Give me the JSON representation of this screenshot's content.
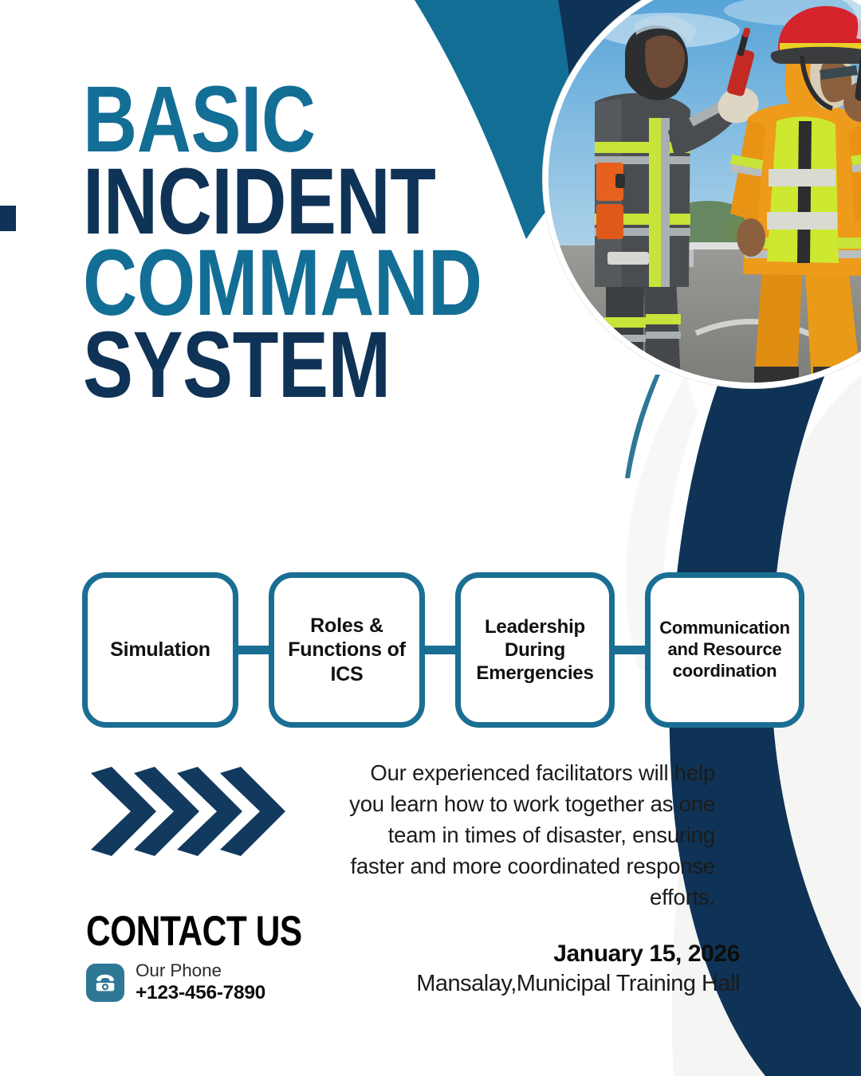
{
  "poster": {
    "headline_lines": [
      {
        "text": "BASIC",
        "color_key": "teal"
      },
      {
        "text": "INCIDENT",
        "color_key": "navy"
      },
      {
        "text": "COMMAND",
        "color_key": "teal"
      },
      {
        "text": "SYSTEM",
        "color_key": "navy"
      }
    ],
    "topics": [
      {
        "label": "Simulation"
      },
      {
        "label": "Roles & Functions of ICS"
      },
      {
        "label": "Leadership During Emergencies"
      },
      {
        "label": "Communication and Resource coordination"
      }
    ],
    "description": "Our experienced facilitators will help you learn how to work together as one team in times of disaster, ensuring faster and more coordinated response efforts.",
    "contact": {
      "title": "CONTACT US",
      "phone_label": "Our Phone",
      "phone_number": "+123-456-7890",
      "icon": "telephone-icon"
    },
    "event": {
      "date": "January 15, 2026",
      "venue": "Mansalay,Municipal Training Hall"
    },
    "photo": {
      "alt": "Two firefighters in protective gear using handheld radios on a road",
      "icon": "firefighters-photo"
    },
    "arrows": {
      "icon": "chevron-right-icon",
      "count": 4
    },
    "colors": {
      "teal": "#136E95",
      "navy": "#0F3356",
      "box_border": "#1A6E93",
      "icon_bg": "#2E7896",
      "background": "#FFFFFF",
      "soft_gray": "#F5F5F3"
    }
  }
}
